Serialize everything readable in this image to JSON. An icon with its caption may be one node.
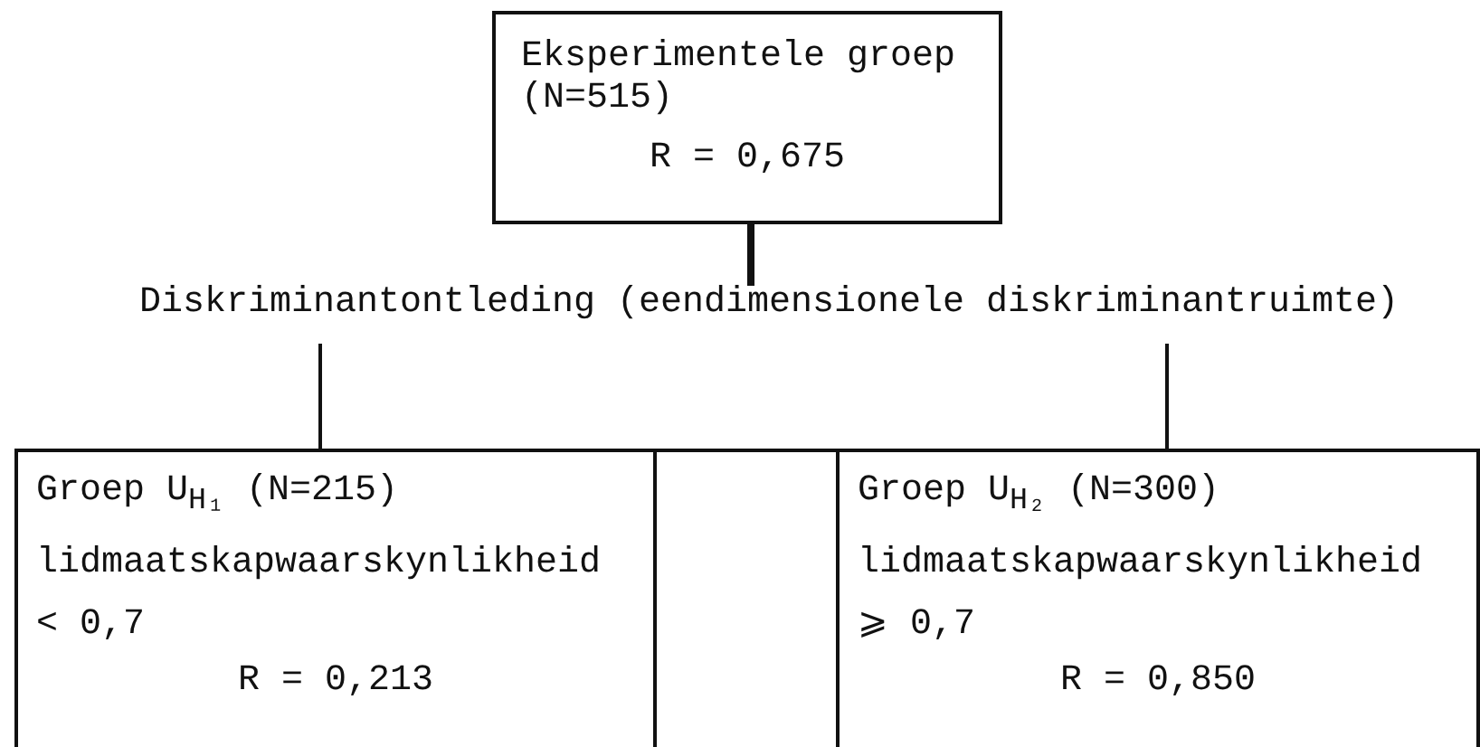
{
  "diagram": {
    "nodes": [
      {
        "text": [
          "Eksperimentele groep (N=515)",
          "R = 0,675"
        ]
      },
      {
        "text": [
          "Diskriminantontleding (eendimensionele diskriminantruimte)"
        ]
      },
      {
        "text": [
          "Groep U$_{H₁}$ (N=215)",
          "lidmaatskapwaarskynlikheid < 0,7",
          "R = 0,213"
        ]
      },
      {
        "text": [
          "Groep U$_{H₂}$ (N=300)",
          "lidmaatskapwaarskynlikheid ⩾ 0,7",
          "R = 0,850"
        ]
      }
    ],
    "edges": [
      {
        "from": 0,
        "to": 1,
        "arrow": "none",
        "style": "thick"
      },
      {
        "from": 1,
        "to": 2,
        "arrow": "none"
      },
      {
        "from": 1,
        "to": 3,
        "arrow": "none"
      },
      {
        "from": 2,
        "to": 3,
        "arrow": "none"
      }
    ]
  }
}
